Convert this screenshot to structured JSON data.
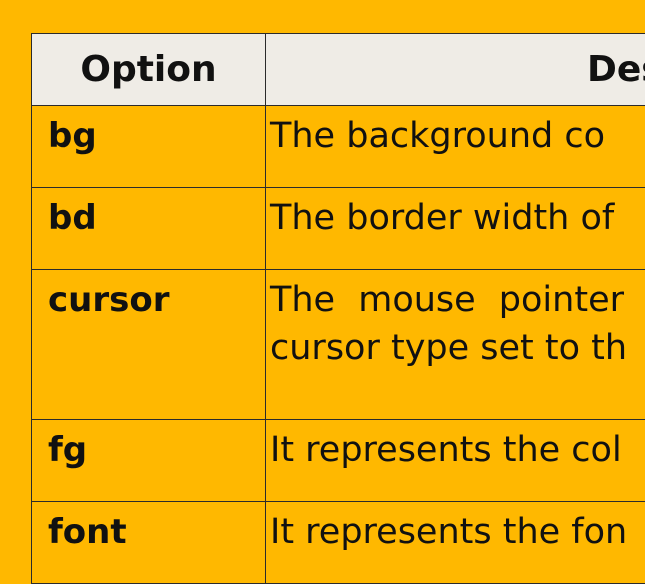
{
  "table": {
    "headers": {
      "option": "Option",
      "description": "Des"
    },
    "rows": [
      {
        "option": "bg",
        "description": [
          "The background co"
        ]
      },
      {
        "option": "bd",
        "description": [
          "The border width of"
        ]
      },
      {
        "option": "cursor",
        "description": [
          "The mouse pointer",
          "cursor type set to th"
        ]
      },
      {
        "option": "fg",
        "description": [
          "It represents the col"
        ]
      },
      {
        "option": "font",
        "description": [
          "It represents the fon"
        ]
      }
    ]
  },
  "colors": {
    "background": "#FFB800",
    "header_background": "#EFECE6",
    "border": "#2b2b2b"
  }
}
